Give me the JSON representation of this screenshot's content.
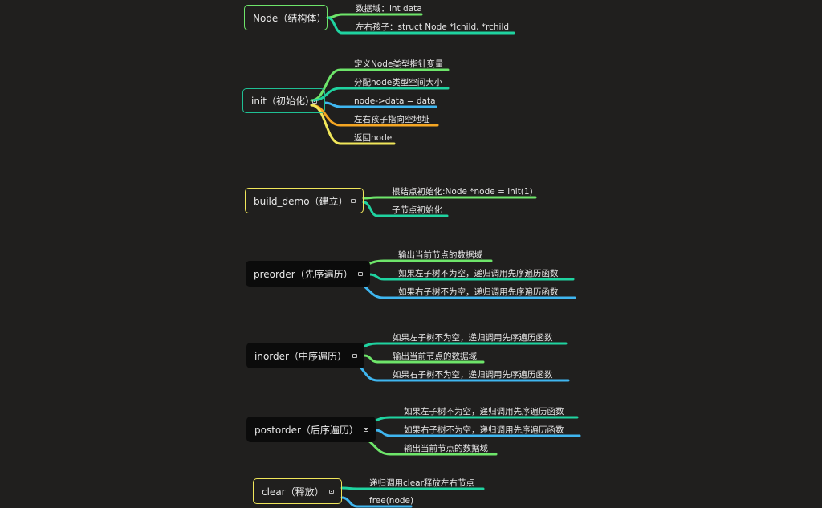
{
  "colors": {
    "background": "#201f1e",
    "green": "#6ee56a",
    "teal": "#1fd3a0",
    "blue": "#3fb6f0",
    "orange": "#f5a623",
    "yellow": "#f0e65a"
  },
  "nodes": {
    "node_struct": {
      "label": "Node（结构体）",
      "leaves": [
        "数据域：int data",
        "左右孩子：struct Node *lchild, *rchild"
      ]
    },
    "init": {
      "label": "init（初始化）",
      "leaves": [
        "定义Node类型指针变量",
        "分配node类型空间大小",
        "node->data = data",
        "左右孩子指向空地址",
        "返回node"
      ]
    },
    "build_demo": {
      "label": "build_demo（建立）",
      "leaves": [
        "根结点初始化:Node *node = init(1)",
        "子节点初始化"
      ]
    },
    "preorder": {
      "label": "preorder（先序遍历）",
      "leaves": [
        "输出当前节点的数据域",
        "如果左子树不为空，递归调用先序遍历函数",
        "如果右子树不为空，递归调用先序遍历函数"
      ]
    },
    "inorder": {
      "label": "inorder（中序遍历）",
      "leaves": [
        "如果左子树不为空，递归调用先序遍历函数",
        "输出当前节点的数据域",
        "如果右子树不为空，递归调用先序遍历函数"
      ]
    },
    "postorder": {
      "label": "postorder（后序遍历）",
      "leaves": [
        "如果左子树不为空，递归调用先序遍历函数",
        "如果右子树不为空，递归调用先序遍历函数",
        "输出当前节点的数据域"
      ]
    },
    "clear": {
      "label": "clear（释放）",
      "leaves": [
        "递归调用clear释放左右节点",
        "free(node)"
      ]
    }
  }
}
